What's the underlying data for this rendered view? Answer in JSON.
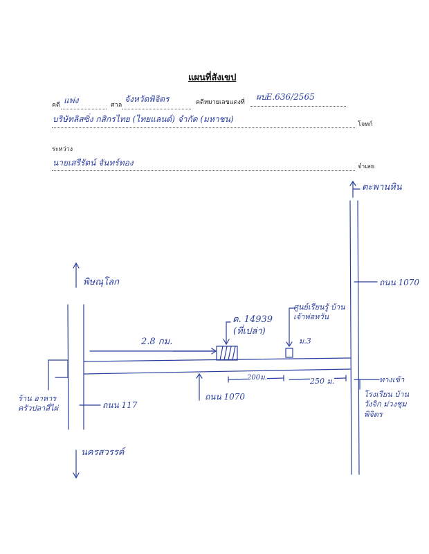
{
  "header": {
    "title": "แผนที่สังเขป",
    "case_label": "คดี",
    "case_type": "แพ่ง",
    "court_label": "ศาล",
    "court_name": "จังหวัดพิจิตร",
    "case_no_label": "คดีหมายเลขแดงที่",
    "case_no": "ผบE.636/2565",
    "plaintiff": "บริษัทลิสซิ่ง กสิกรไทย (ไทยแลนด์) จำกัด (มหาชน)",
    "plaintiff_role": "โจทก์",
    "between_label": "ระหว่าง",
    "defendant": "นายเสรีรัตน์ จันทร์ทอง",
    "defendant_role": "จำเลย"
  },
  "map": {
    "north_label": "ตะพานหิน",
    "west_direction_label": "พิษณุโลก",
    "south_label": "นครสวรรค์",
    "distance_label": "2.8 กม.",
    "parcel_label": "ต. 14939",
    "parcel_note": "(ที่เปล่า)",
    "landmark_label": "ศูนย์เรียนรู้ บ้านเจ้าพ่อหวัน",
    "village_label": "ม.3",
    "right_road_label": "ถนน 1070",
    "bottom_road_label": "ถนน 1070",
    "left_road_label": "ถนน 117",
    "dist_200_label": "200ม.",
    "dist_250_label": "250 ม.",
    "left_shop_label": "ร้าน อาหาร ครัวปลาสี่ไผ่",
    "right_school_label": "โรงเรียน บ้านวังจิก ม่วงชุม พิจิตร",
    "right_school_tag": "ทางเข้า"
  }
}
